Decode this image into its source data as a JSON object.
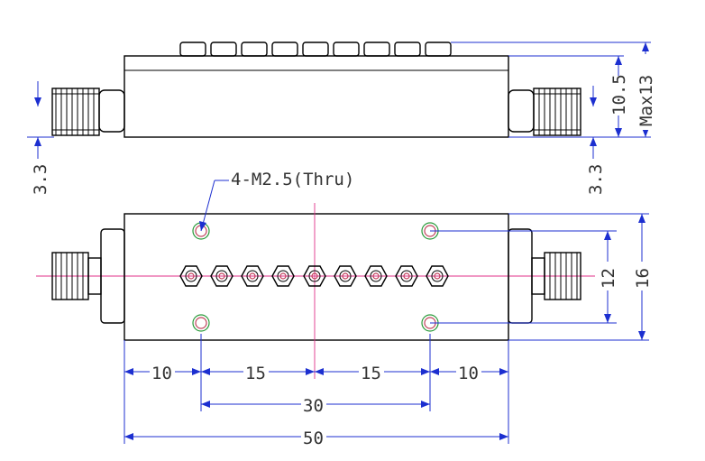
{
  "note": "4-M2.5(Thru)",
  "dims": {
    "left_offset": "3.3",
    "right_offset": "3.3",
    "height": "10.5",
    "max_height": "Max13",
    "hole_pitch_v": "12",
    "width_v": "16",
    "seg1": "10",
    "seg2": "15",
    "seg3": "15",
    "seg4": "10",
    "hole_span": "30",
    "overall": "50"
  },
  "colors": {
    "dimension": "#1c2fd0",
    "centerline": "#e0308a",
    "outline": "#000000"
  }
}
